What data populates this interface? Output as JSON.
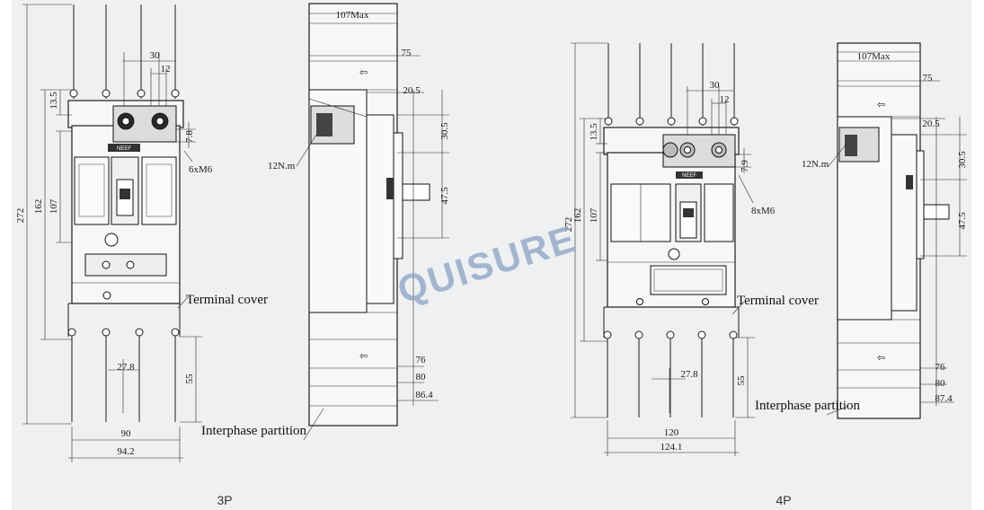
{
  "watermark": "QUISURE",
  "views": {
    "3p": {
      "caption": "3P",
      "front": {
        "overall_height": "272",
        "height_162": "162",
        "height_107": "107",
        "top_13_5": "13.5",
        "pitch_30": "30",
        "width_12": "12",
        "offset_7_8": "7.8",
        "screws": "6xM6",
        "terminal_cover_label": "Terminal cover",
        "pitch_27_8": "27.8",
        "partition_55": "55",
        "width_90": "90",
        "width_94_2": "94.2",
        "brand_tag": "NEEF"
      },
      "side": {
        "depth_max": "107Max",
        "d75": "75",
        "d20_5": "20.5",
        "d30_5": "30.5",
        "torque": "12N.m",
        "d47_5": "47.5",
        "d76": "76",
        "d80": "80",
        "d86_4": "86.4",
        "partition_label": "Interphase partition"
      }
    },
    "4p": {
      "caption": "4P",
      "front": {
        "overall_height": "272",
        "height_162": "162",
        "height_107": "107",
        "top_13_5": "13.5",
        "pitch_30": "30",
        "width_12": "12",
        "offset_7_9": "7.9",
        "screws": "8xM6",
        "terminal_cover_label": "Terminal cover",
        "pitch_27_8": "27.8",
        "partition_55": "55",
        "width_120": "120",
        "width_124_1": "124.1",
        "brand_tag": "NEEF"
      },
      "side": {
        "depth_max": "107Max",
        "d75": "75",
        "d20_5": "20.5",
        "d30_5": "30.5",
        "torque": "12N.m",
        "d47_5": "47.5",
        "d76": "76",
        "d80": "80",
        "d87_4": "87.4",
        "partition_label": "Interphase partition"
      }
    }
  }
}
